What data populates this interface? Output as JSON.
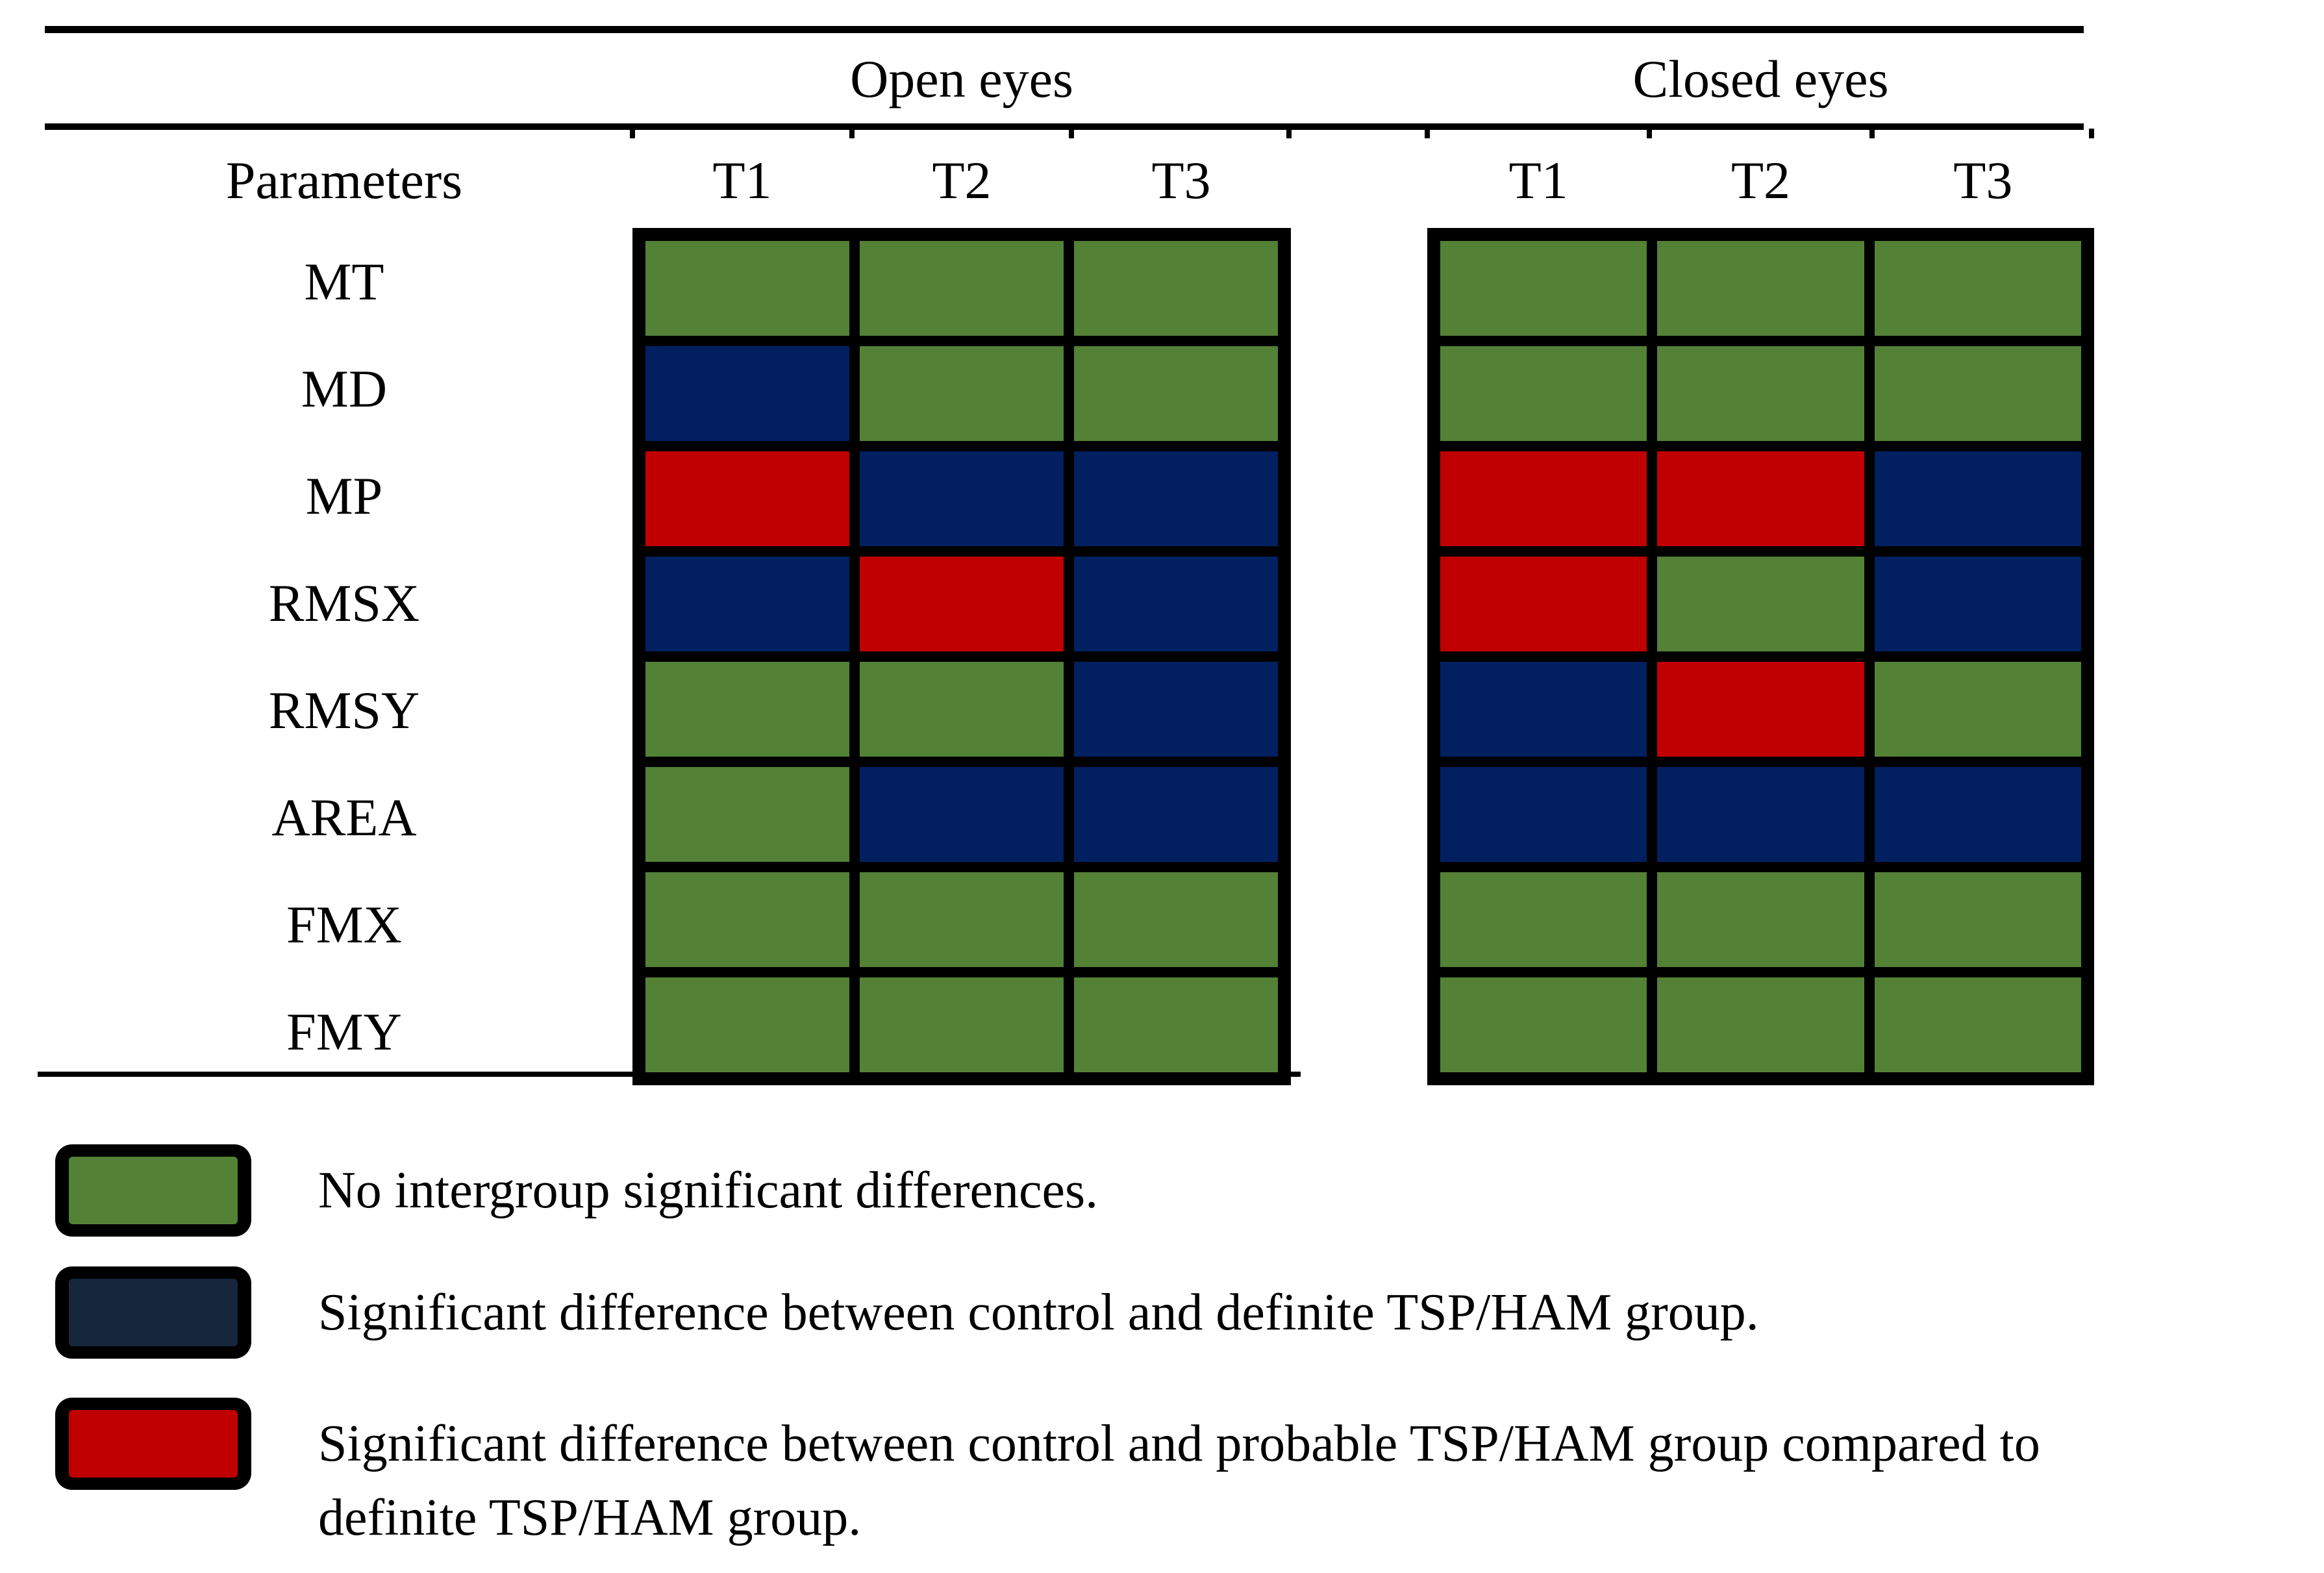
{
  "chart_data": {
    "type": "heatmap",
    "title": "",
    "row_header_label": "Parameters",
    "rows": [
      "MT",
      "MD",
      "MP",
      "RMSX",
      "RMSY",
      "AREA",
      "FMX",
      "FMY"
    ],
    "column_groups": [
      {
        "name": "Open eyes",
        "columns": [
          "T1",
          "T2",
          "T3"
        ]
      },
      {
        "name": "Closed eyes",
        "columns": [
          "T1",
          "T2",
          "T3"
        ]
      }
    ],
    "palette": {
      "green": "#538135",
      "navy": "#022060",
      "red": "#C00000"
    },
    "grid_border_color": "#000000",
    "legend_position": "bottom",
    "cells": {
      "open_eyes": [
        [
          "green",
          "green",
          "green"
        ],
        [
          "navy",
          "green",
          "green"
        ],
        [
          "red",
          "navy",
          "navy"
        ],
        [
          "navy",
          "red",
          "navy"
        ],
        [
          "green",
          "green",
          "navy"
        ],
        [
          "green",
          "navy",
          "navy"
        ],
        [
          "green",
          "green",
          "green"
        ],
        [
          "green",
          "green",
          "green"
        ]
      ],
      "closed_eyes": [
        [
          "green",
          "green",
          "green"
        ],
        [
          "green",
          "green",
          "green"
        ],
        [
          "red",
          "red",
          "navy"
        ],
        [
          "red",
          "green",
          "navy"
        ],
        [
          "navy",
          "red",
          "green"
        ],
        [
          "navy",
          "navy",
          "navy"
        ],
        [
          "green",
          "green",
          "green"
        ],
        [
          "green",
          "green",
          "green"
        ]
      ]
    }
  },
  "legend": {
    "items": [
      {
        "code": "green",
        "swatch_color": "#538135",
        "label": "No intergroup significant differences.",
        "lines": [
          "No intergroup significant differences."
        ]
      },
      {
        "code": "navy",
        "swatch_color": "#16263B",
        "label": "Significant difference between control and definite TSP/HAM group.",
        "lines": [
          "Significant difference between control and definite TSP/HAM group."
        ]
      },
      {
        "code": "red",
        "swatch_color": "#C00000",
        "label": "Significant difference between control and probable TSP/HAM group compared to definite TSP/HAM group.",
        "lines": [
          "Significant difference between control and probable TSP/HAM group compared to",
          "definite TSP/HAM group."
        ]
      }
    ]
  }
}
